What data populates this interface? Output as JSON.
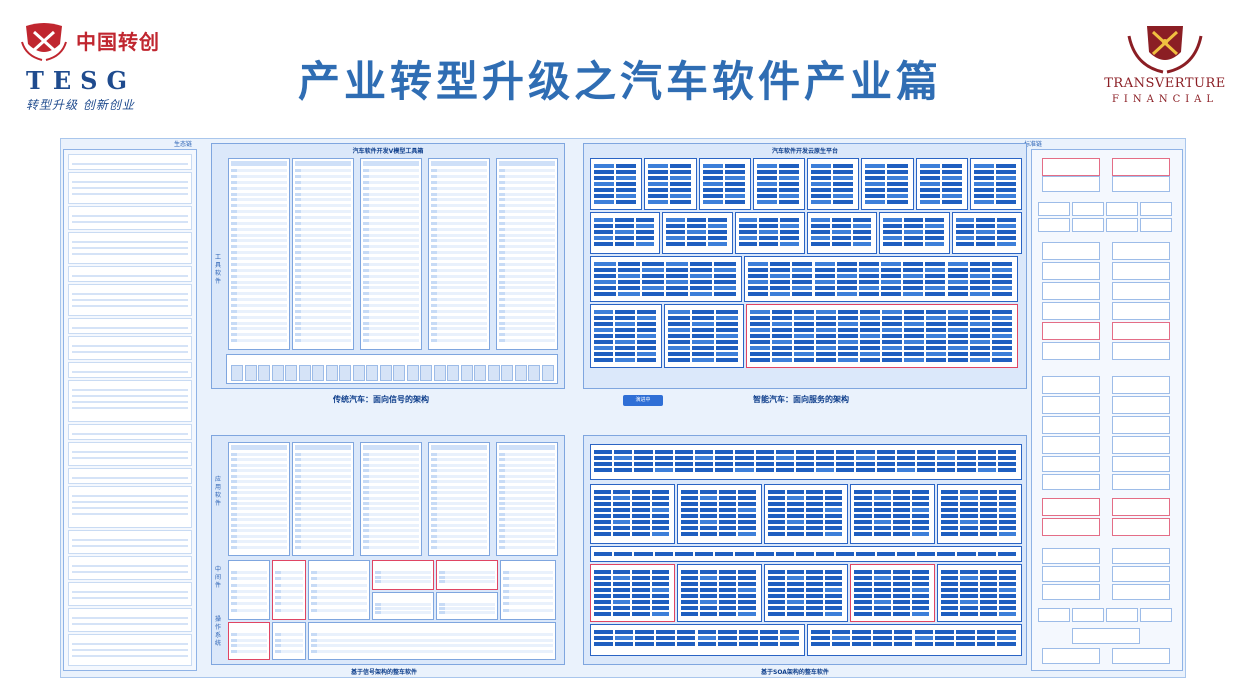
{
  "header": {
    "left_logo_cn": "中国转创",
    "left_logo_tesg": "TESG",
    "left_logo_slogan": "转型升级 创新创业",
    "title": "产业转型升级之汽车软件产业篇",
    "right_logo_name": "TRANSVERTURE",
    "right_logo_sub": "FINANCIAL"
  },
  "poster": {
    "edge_left": "生态链",
    "edge_right": "标准链",
    "panel_tl_title": "汽车软件开发V模型工具箱",
    "panel_tr_title": "汽车软件开发云原生平台",
    "mid_left_label": "传统汽车：面向信号的架构",
    "mid_right_label": "智能汽车：面向服务的架构",
    "mid_badge": "演进中",
    "footer_left": "基于信号架构的整车软件",
    "footer_right": "基于SOA架构的整车软件",
    "vlabel_tools": "工具软件",
    "vlabel_app": "应用软件",
    "vlabel_mid": "中间件",
    "vlabel_os": "操作系统"
  },
  "colors": {
    "title_blue": "#2f6db3",
    "deep_blue": "#1f5fc0",
    "panel_bg": "#dbe8fa",
    "accent_red": "#e04563",
    "brand_red": "#c0262f"
  },
  "icons": {
    "left_logo": "crossed-hammers-badge-icon",
    "right_logo": "crossed-keys-laurel-icon"
  }
}
